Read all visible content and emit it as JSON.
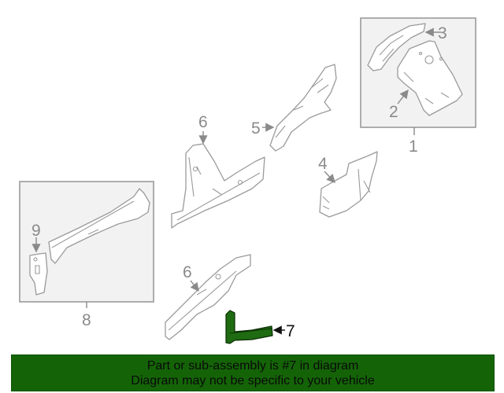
{
  "diagram": {
    "callouts": [
      {
        "id": "1",
        "label": "1"
      },
      {
        "id": "2",
        "label": "2"
      },
      {
        "id": "3",
        "label": "3"
      },
      {
        "id": "4",
        "label": "4"
      },
      {
        "id": "5",
        "label": "5"
      },
      {
        "id": "6a",
        "label": "6"
      },
      {
        "id": "6b",
        "label": "6"
      },
      {
        "id": "7",
        "label": "7"
      },
      {
        "id": "8",
        "label": "8"
      },
      {
        "id": "9",
        "label": "9"
      }
    ],
    "highlight_color": "#1f6b12",
    "highlighted_part": "7"
  },
  "banner": {
    "line1": "Part or sub-assembly is #7 in diagram",
    "line2": "Diagram may not be specific to your vehicle",
    "background": "#146407"
  }
}
